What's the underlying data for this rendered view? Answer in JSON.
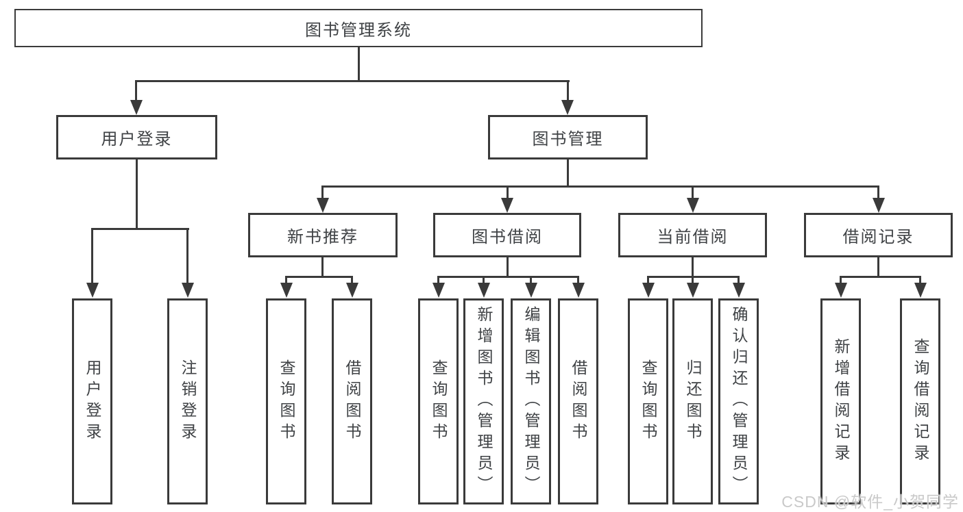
{
  "colors": {
    "line": "#3a3a3a",
    "text": "#3f4245",
    "watermark": "#c9c9c9",
    "background": "#ffffff"
  },
  "tree": {
    "root": "图书管理系统",
    "branches": [
      {
        "label": "用户登录",
        "leaves": [
          "用户登录",
          "注销登录"
        ]
      },
      {
        "label": "图书管理",
        "groups": [
          {
            "label": "新书推荐",
            "leaves": [
              "查询图书",
              "借阅图书"
            ]
          },
          {
            "label": "图书借阅",
            "leaves": [
              "查询图书",
              "新增图书（管理员）",
              "编辑图书（管理员）",
              "借阅图书"
            ]
          },
          {
            "label": "当前借阅",
            "leaves": [
              "查询图书",
              "归还图书",
              "确认归还（管理员）"
            ]
          },
          {
            "label": "借阅记录",
            "leaves": [
              "新增借阅记录",
              "查询借阅记录"
            ]
          }
        ]
      }
    ]
  },
  "watermark": {
    "text": "CSDN @软件_小贺同学"
  }
}
